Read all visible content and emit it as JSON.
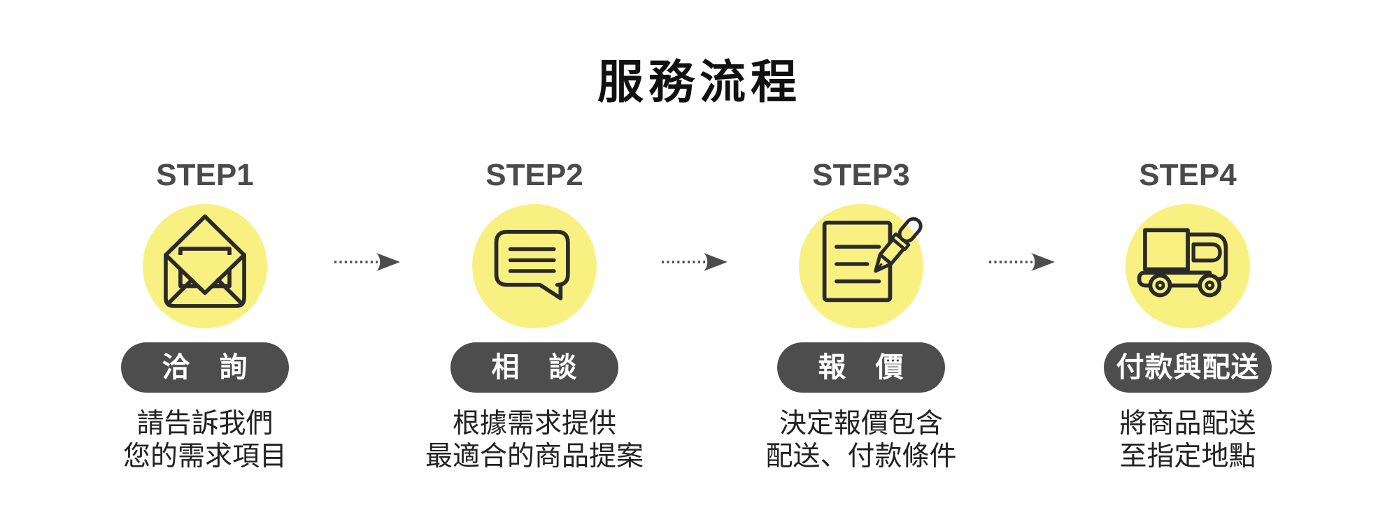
{
  "title": "服務流程",
  "colors": {
    "accent_yellow": "#F8F181",
    "pill_dark": "#4D4D4D",
    "icon_stroke": "#2A2A2A",
    "step_label_gray": "#4A4A4A",
    "arrow_gray": "#4D4D4D",
    "title_black": "#111111"
  },
  "steps": [
    {
      "step": "STEP1",
      "icon": "open-envelope-icon",
      "label": "洽　詢",
      "desc_line1": "請告訴我們",
      "desc_line2": "您的需求項目"
    },
    {
      "step": "STEP2",
      "icon": "speech-bubble-icon",
      "label": "相　談",
      "desc_line1": "根據需求提供",
      "desc_line2": "最適合的商品提案"
    },
    {
      "step": "STEP3",
      "icon": "document-pen-icon",
      "label": "報　價",
      "desc_line1": "決定報價包含",
      "desc_line2": "配送、付款條件"
    },
    {
      "step": "STEP4",
      "icon": "delivery-truck-icon",
      "label": "付款與配送",
      "desc_line1": "將商品配送",
      "desc_line2": "至指定地點"
    }
  ]
}
